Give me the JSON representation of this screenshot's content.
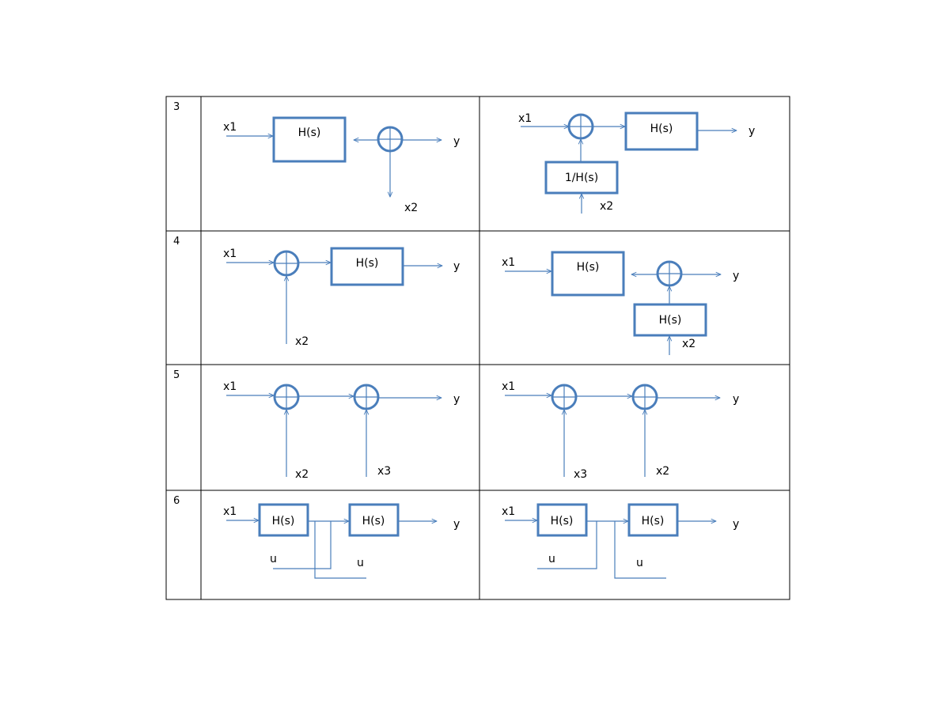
{
  "colors": {
    "accent": "#4a7ebb",
    "grid": "#000000",
    "text": "#000000"
  },
  "table": {
    "rows": [
      {
        "label": "3"
      },
      {
        "label": "4"
      },
      {
        "label": "5"
      },
      {
        "label": "6"
      }
    ]
  },
  "diagram": {
    "r3": {
      "left": {
        "x1": "x1",
        "block": "H(s)",
        "y": "y",
        "x2": "x2"
      },
      "right": {
        "x1": "x1",
        "block_main": "H(s)",
        "block_fb": "1/H(s)",
        "y": "y",
        "x2": "x2"
      }
    },
    "r4": {
      "left": {
        "x1": "x1",
        "block": "H(s)",
        "y": "y",
        "x2": "x2"
      },
      "right": {
        "x1": "x1",
        "block_main": "H(s)",
        "block_fb": "H(s)",
        "y": "y",
        "x2": "x2"
      }
    },
    "r5": {
      "left": {
        "x1": "x1",
        "y": "y",
        "in_a": "x2",
        "in_b": "x3"
      },
      "right": {
        "x1": "x1",
        "y": "y",
        "in_a": "x3",
        "in_b": "x2"
      }
    },
    "r6": {
      "left": {
        "x1": "x1",
        "block_a": "H(s)",
        "block_b": "H(s)",
        "y": "y",
        "u_a": "u",
        "u_b": "u"
      },
      "right": {
        "x1": "x1",
        "block_a": "H(s)",
        "block_b": "H(s)",
        "y": "y",
        "u_a": "u",
        "u_b": "u"
      }
    }
  }
}
